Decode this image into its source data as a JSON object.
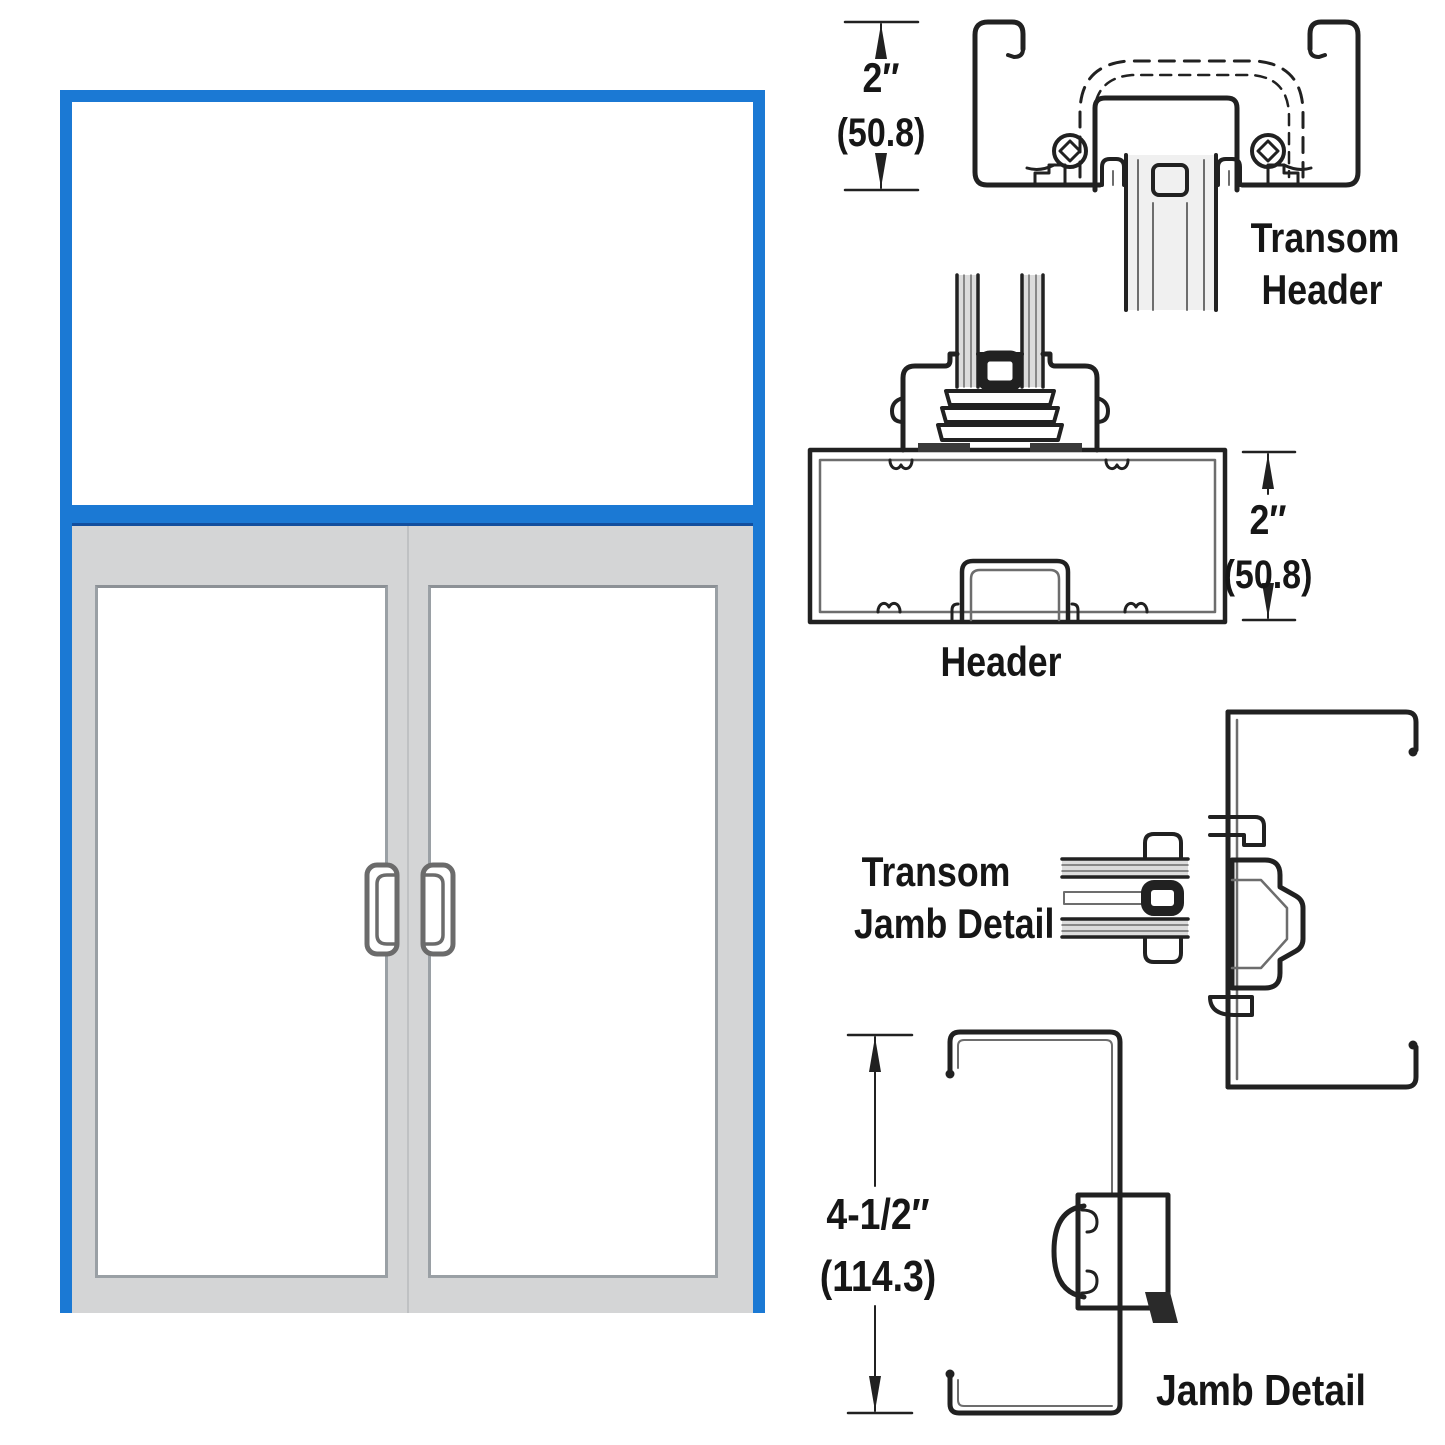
{
  "colors": {
    "frame_blue": "#1b79d4",
    "frame_blue_dark": "#134f9e",
    "door_gray": "#d4d5d6",
    "line_black": "#212121"
  },
  "annotations": {
    "transom_header": {
      "label_line1": "Transom",
      "label_line2": "Header",
      "dim": {
        "value": "2″",
        "metric": "(50.8)"
      }
    },
    "header": {
      "label": "Header",
      "dim": {
        "value": "2″",
        "metric": "(50.8)"
      }
    },
    "transom_jamb": {
      "label_line1": "Transom",
      "label_line2": "Jamb Detail"
    },
    "jamb": {
      "label": "Jamb Detail",
      "dim": {
        "value": "4-1/2″",
        "metric": "(114.3)"
      }
    }
  }
}
